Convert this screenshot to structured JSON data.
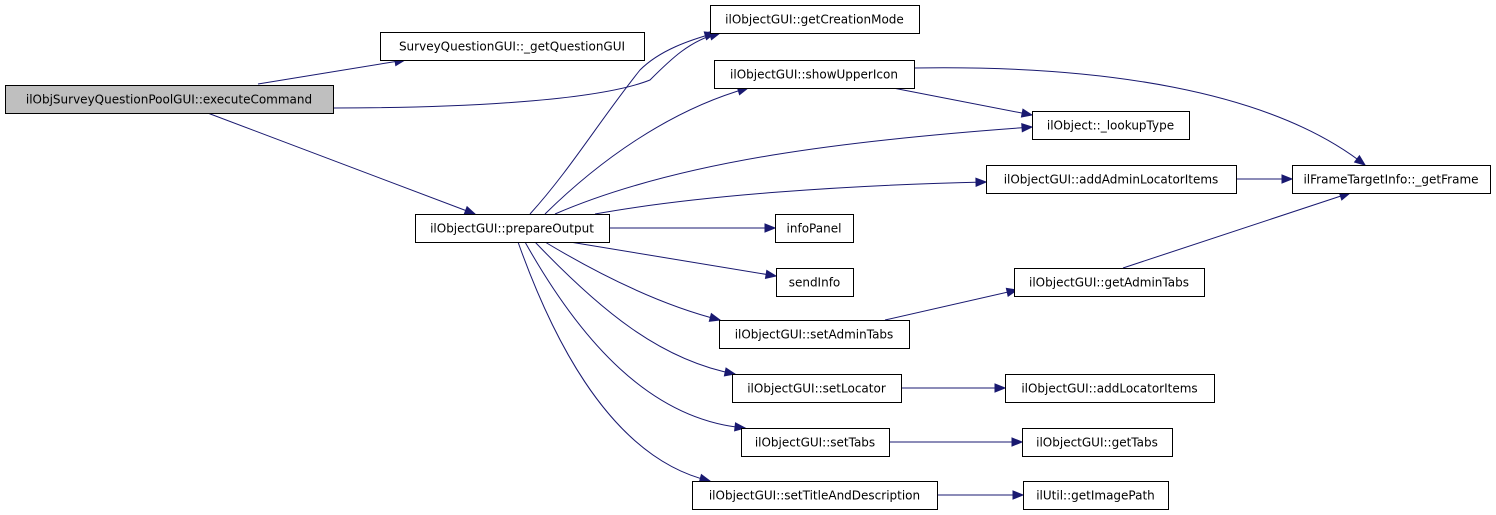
{
  "diagram": {
    "type": "call-graph",
    "edge_color": "#191970",
    "root_fill": "#bfbfbf",
    "nodes": [
      {
        "id": "executeCommand",
        "label": "ilObjSurveyQuestionPoolGUI::executeCommand",
        "root": true
      },
      {
        "id": "getQuestionGUI",
        "label": "SurveyQuestionGUI::_getQuestionGUI"
      },
      {
        "id": "getCreationMode",
        "label": "ilObjectGUI::getCreationMode"
      },
      {
        "id": "prepareOutput",
        "label": "ilObjectGUI::prepareOutput"
      },
      {
        "id": "showUpperIcon",
        "label": "ilObjectGUI::showUpperIcon"
      },
      {
        "id": "lookupType",
        "label": "ilObject::_lookupType"
      },
      {
        "id": "addAdminLocatorItems",
        "label": "ilObjectGUI::addAdminLocatorItems"
      },
      {
        "id": "getFrame",
        "label": "ilFrameTargetInfo::_getFrame"
      },
      {
        "id": "infoPanel",
        "label": "infoPanel"
      },
      {
        "id": "sendInfo",
        "label": "sendInfo"
      },
      {
        "id": "getAdminTabs",
        "label": "ilObjectGUI::getAdminTabs"
      },
      {
        "id": "setAdminTabs",
        "label": "ilObjectGUI::setAdminTabs"
      },
      {
        "id": "setLocator",
        "label": "ilObjectGUI::setLocator"
      },
      {
        "id": "addLocatorItems",
        "label": "ilObjectGUI::addLocatorItems"
      },
      {
        "id": "setTabs",
        "label": "ilObjectGUI::setTabs"
      },
      {
        "id": "getTabs",
        "label": "ilObjectGUI::getTabs"
      },
      {
        "id": "setTitleAndDescription",
        "label": "ilObjectGUI::setTitleAndDescription"
      },
      {
        "id": "getImagePath",
        "label": "ilUtil::getImagePath"
      }
    ],
    "edges": [
      {
        "from": "executeCommand",
        "to": "getQuestionGUI"
      },
      {
        "from": "executeCommand",
        "to": "getCreationMode"
      },
      {
        "from": "executeCommand",
        "to": "prepareOutput"
      },
      {
        "from": "prepareOutput",
        "to": "getCreationMode"
      },
      {
        "from": "prepareOutput",
        "to": "showUpperIcon"
      },
      {
        "from": "prepareOutput",
        "to": "lookupType"
      },
      {
        "from": "prepareOutput",
        "to": "addAdminLocatorItems"
      },
      {
        "from": "prepareOutput",
        "to": "infoPanel"
      },
      {
        "from": "prepareOutput",
        "to": "sendInfo"
      },
      {
        "from": "prepareOutput",
        "to": "setAdminTabs"
      },
      {
        "from": "prepareOutput",
        "to": "setLocator"
      },
      {
        "from": "prepareOutput",
        "to": "setTabs"
      },
      {
        "from": "prepareOutput",
        "to": "setTitleAndDescription"
      },
      {
        "from": "showUpperIcon",
        "to": "lookupType"
      },
      {
        "from": "showUpperIcon",
        "to": "getFrame"
      },
      {
        "from": "addAdminLocatorItems",
        "to": "getFrame"
      },
      {
        "from": "setAdminTabs",
        "to": "getAdminTabs"
      },
      {
        "from": "getAdminTabs",
        "to": "getFrame"
      },
      {
        "from": "setLocator",
        "to": "addLocatorItems"
      },
      {
        "from": "setTabs",
        "to": "getTabs"
      },
      {
        "from": "setTitleAndDescription",
        "to": "getImagePath"
      }
    ]
  }
}
